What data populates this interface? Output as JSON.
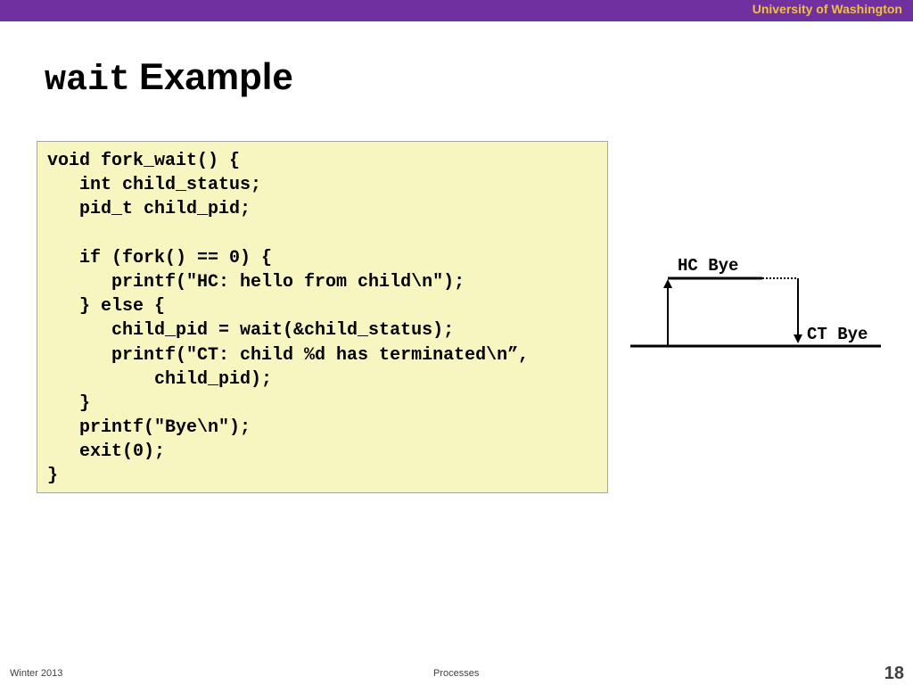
{
  "header": {
    "org": "University of Washington",
    "bar_color": "#7030a0",
    "org_color": "#f0c040"
  },
  "title": {
    "code": "wait",
    "text": "Example"
  },
  "code": {
    "background": "#f7f6c1",
    "lines": [
      "void fork_wait() {",
      "   int child_status;",
      "   pid_t child_pid;",
      "",
      "   if (fork() == 0) {",
      "      printf(\"HC: hello from child\\n\");",
      "   } else {",
      "      child_pid = wait(&child_status);",
      "      printf(\"CT: child %d has terminated\\n”,",
      "          child_pid);",
      "   }",
      "   printf(\"Bye\\n\");",
      "   exit(0);",
      "}"
    ]
  },
  "diagram": {
    "child_label": "HC Bye",
    "parent_label": "CT Bye"
  },
  "footer": {
    "left": "Winter 2013",
    "center": "Processes",
    "page": "18"
  }
}
